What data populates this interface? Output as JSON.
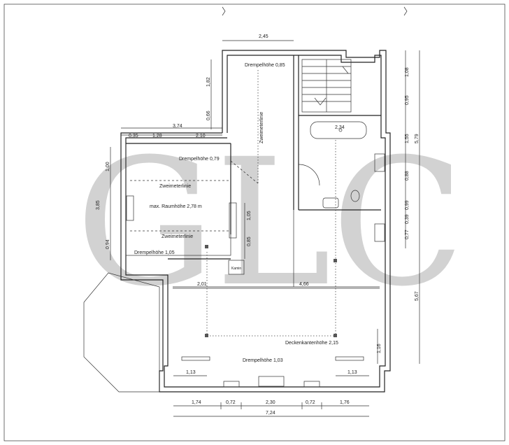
{
  "watermark": "GLC",
  "labels": {
    "drempel_top": "Drempelhöhe 0,85",
    "drempel_left": "Drempelhöhe 0,79",
    "zweimeter_1": "Zweimeterlinie",
    "raumhoehe": "max. Raumhöhe 2,78 m",
    "zweimeter_2": "Zweimeterlinie",
    "drempel_left_bottom": "Drempelhöhe 1,05",
    "zweimeter_vertical": "Zweimeterlinie",
    "deckenkante": "Deckenkantenhöhe 2,15",
    "drempel_bottom": "Drempelhöhe 1,03",
    "kamin": "Kamin"
  },
  "dims": {
    "d245": "2,45",
    "d182": "1,82",
    "d066": "0,66",
    "d374": "3,74",
    "d035": "0,35",
    "d128": "1,28",
    "d210": "2,10",
    "d100": "1,00",
    "d385": "3,85",
    "d094": "0,94",
    "d105": "1,05",
    "d085": "0,85",
    "d234": "2,34",
    "d108": "1,08",
    "d096": "0,95",
    "d155": "1,55",
    "d088": "0,88",
    "d099": "0,99",
    "d077": "0,77",
    "d039": "0,39",
    "d579": "5,79",
    "d567": "5,67",
    "d201": "2,01",
    "d466": "4,66",
    "d116": "1,16",
    "d113a": "1,13",
    "d113b": "1,13",
    "b174": "1,74",
    "b072a": "0,72",
    "b230": "2,30",
    "b072b": "0,72",
    "b176": "1,76",
    "b724": "7,24"
  }
}
